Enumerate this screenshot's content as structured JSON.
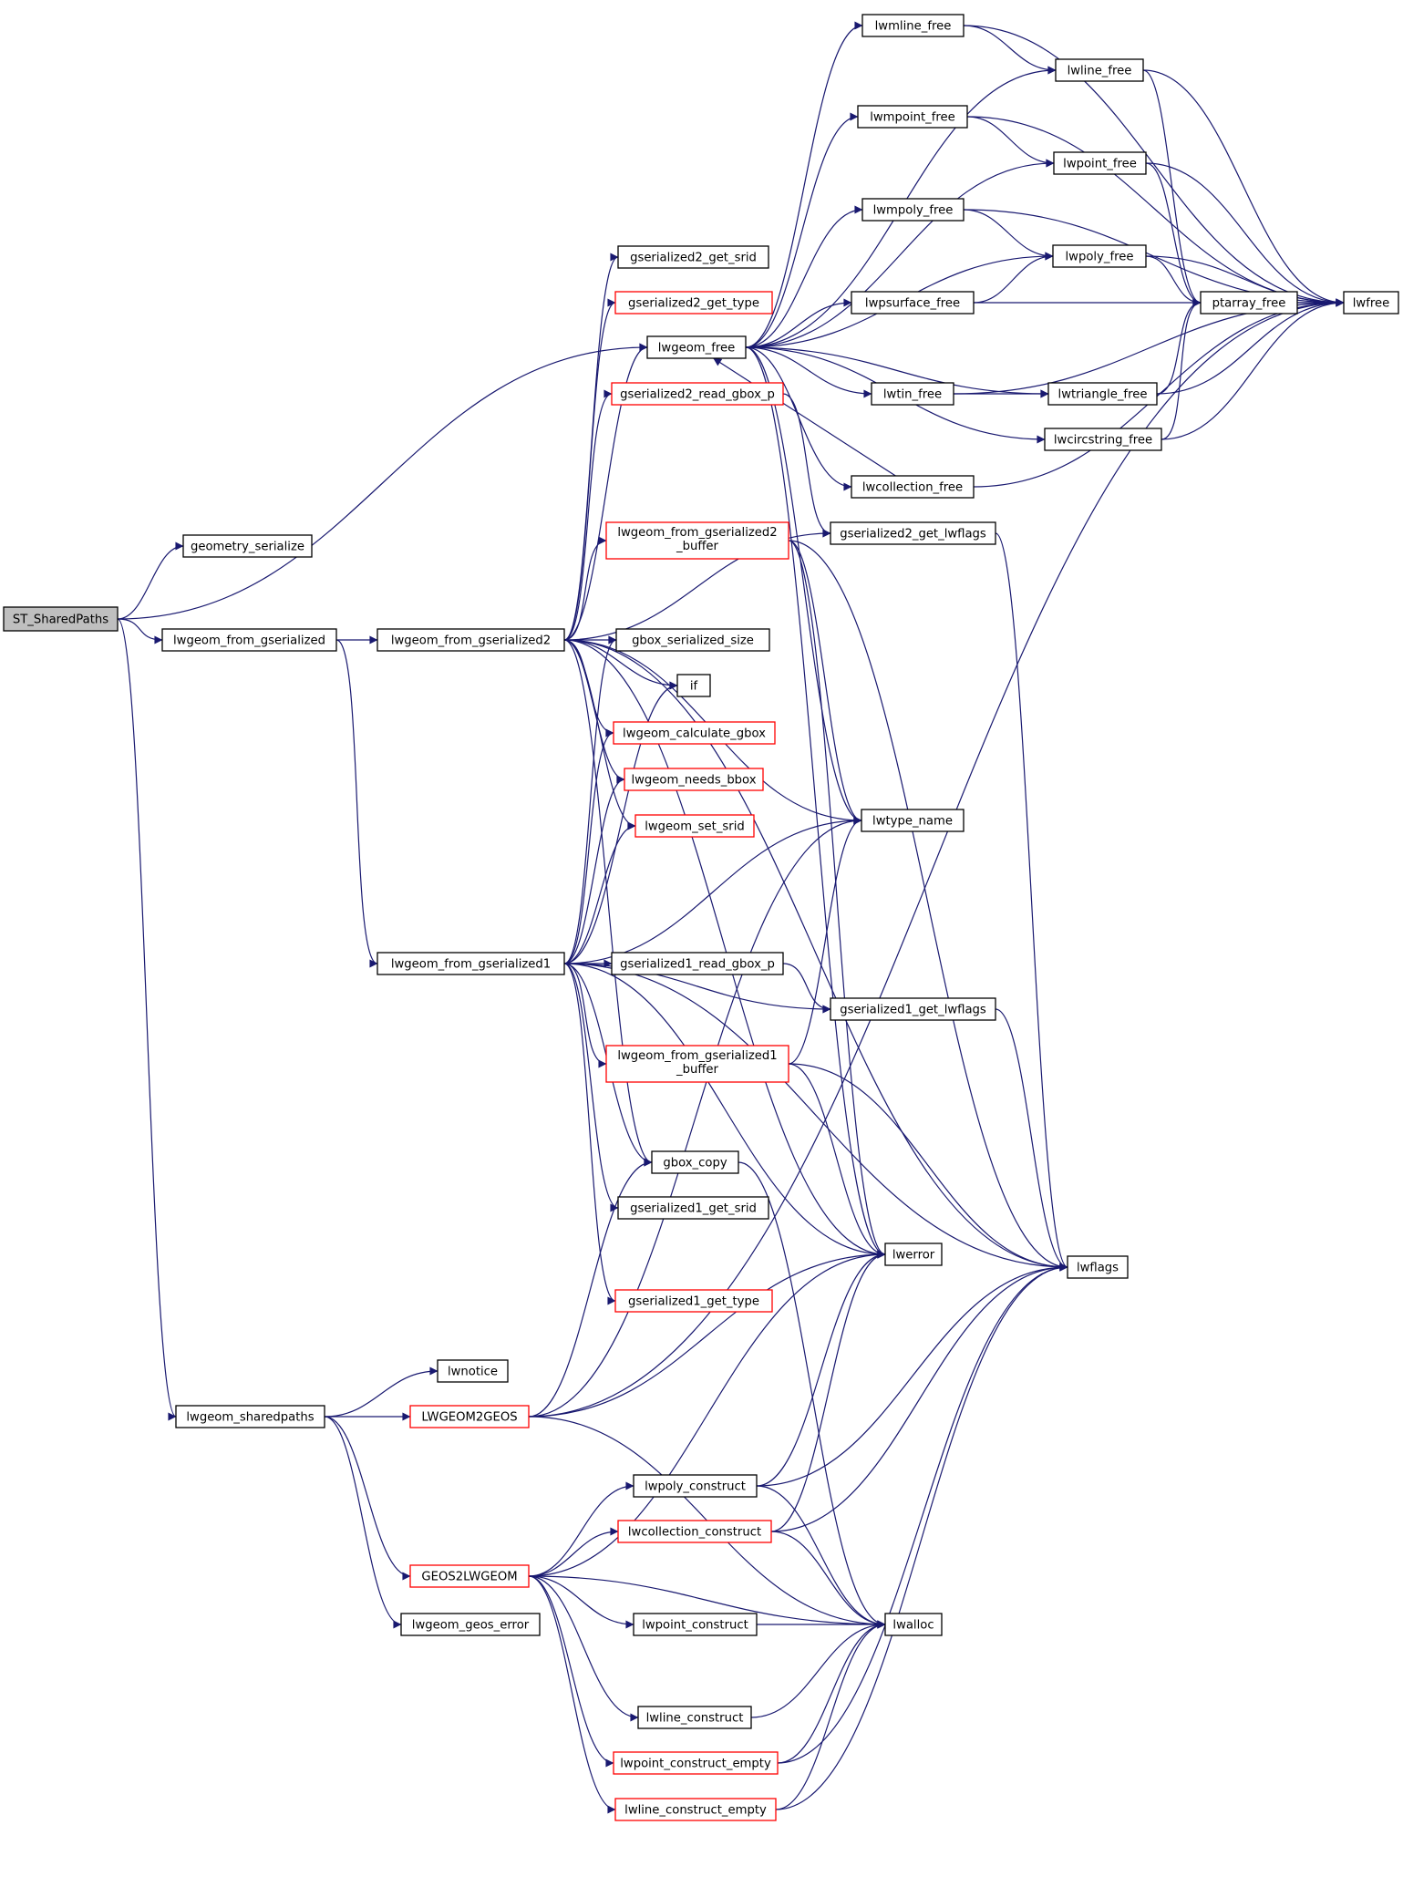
{
  "colors": {
    "edge": "#191970",
    "node_border": "#000000",
    "node_border_incomplete": "#ff0000",
    "node_fill": "#ffffff",
    "root_fill": "#bfbfbf",
    "text": "#000000"
  },
  "nodes": [
    {
      "id": "st_sharedpaths",
      "label": "ST_SharedPaths",
      "root": true
    },
    {
      "id": "geometry_serialize",
      "label": "geometry_serialize"
    },
    {
      "id": "lwgeom_from_gserialized",
      "label": "lwgeom_from_gserialized"
    },
    {
      "id": "lwgeom_sharedpaths",
      "label": "lwgeom_sharedpaths"
    },
    {
      "id": "lwgeom_from_gserialized2",
      "label": "lwgeom_from_gserialized2"
    },
    {
      "id": "lwgeom_from_gserialized1",
      "label": "lwgeom_from_gserialized1"
    },
    {
      "id": "lwnotice",
      "label": "lwnotice"
    },
    {
      "id": "lwgeom2geos",
      "label": "LWGEOM2GEOS",
      "incomplete": true
    },
    {
      "id": "geos2lwgeom",
      "label": "GEOS2LWGEOM",
      "incomplete": true
    },
    {
      "id": "lwgeom_geos_error",
      "label": "lwgeom_geos_error"
    },
    {
      "id": "gserialized2_get_srid",
      "label": "gserialized2_get_srid"
    },
    {
      "id": "gserialized2_get_type",
      "label": "gserialized2_get_type",
      "incomplete": true
    },
    {
      "id": "lwgeom_free",
      "label": "lwgeom_free"
    },
    {
      "id": "gserialized2_read_gbox_p",
      "label": "gserialized2_read_gbox_p",
      "incomplete": true
    },
    {
      "id": "lwgeom_from_gserialized2_buffer",
      "label": "lwgeom_from_gserialized2",
      "label2": "_buffer",
      "incomplete": true
    },
    {
      "id": "gbox_serialized_size",
      "label": "gbox_serialized_size"
    },
    {
      "id": "if",
      "label": "if"
    },
    {
      "id": "lwgeom_calculate_gbox",
      "label": "lwgeom_calculate_gbox",
      "incomplete": true
    },
    {
      "id": "lwgeom_needs_bbox",
      "label": "lwgeom_needs_bbox",
      "incomplete": true
    },
    {
      "id": "lwgeom_set_srid",
      "label": "lwgeom_set_srid",
      "incomplete": true
    },
    {
      "id": "gserialized1_read_gbox_p",
      "label": "gserialized1_read_gbox_p"
    },
    {
      "id": "lwgeom_from_gserialized1_buffer",
      "label": "lwgeom_from_gserialized1",
      "label2": "_buffer",
      "incomplete": true
    },
    {
      "id": "gbox_copy",
      "label": "gbox_copy"
    },
    {
      "id": "gserialized1_get_srid",
      "label": "gserialized1_get_srid"
    },
    {
      "id": "gserialized1_get_type",
      "label": "gserialized1_get_type",
      "incomplete": true
    },
    {
      "id": "lwpoly_construct",
      "label": "lwpoly_construct"
    },
    {
      "id": "lwcollection_construct",
      "label": "lwcollection_construct",
      "incomplete": true
    },
    {
      "id": "lwpoint_construct",
      "label": "lwpoint_construct"
    },
    {
      "id": "lwline_construct",
      "label": "lwline_construct"
    },
    {
      "id": "lwpoint_construct_empty",
      "label": "lwpoint_construct_empty",
      "incomplete": true
    },
    {
      "id": "lwline_construct_empty",
      "label": "lwline_construct_empty",
      "incomplete": true
    },
    {
      "id": "lwmline_free",
      "label": "lwmline_free"
    },
    {
      "id": "lwmpoint_free",
      "label": "lwmpoint_free"
    },
    {
      "id": "lwmpoly_free",
      "label": "lwmpoly_free"
    },
    {
      "id": "lwpsurface_free",
      "label": "lwpsurface_free"
    },
    {
      "id": "lwtin_free",
      "label": "lwtin_free"
    },
    {
      "id": "lwcollection_free",
      "label": "lwcollection_free"
    },
    {
      "id": "gserialized2_get_lwflags",
      "label": "gserialized2_get_lwflags"
    },
    {
      "id": "lwtype_name",
      "label": "lwtype_name"
    },
    {
      "id": "gserialized1_get_lwflags",
      "label": "gserialized1_get_lwflags"
    },
    {
      "id": "lwerror",
      "label": "lwerror"
    },
    {
      "id": "lwalloc",
      "label": "lwalloc"
    },
    {
      "id": "lwline_free",
      "label": "lwline_free"
    },
    {
      "id": "lwpoint_free",
      "label": "lwpoint_free"
    },
    {
      "id": "lwpoly_free",
      "label": "lwpoly_free"
    },
    {
      "id": "lwtriangle_free",
      "label": "lwtriangle_free"
    },
    {
      "id": "lwcircstring_free",
      "label": "lwcircstring_free"
    },
    {
      "id": "ptarray_free",
      "label": "ptarray_free"
    },
    {
      "id": "lwflags",
      "label": "lwflags"
    },
    {
      "id": "lwfree",
      "label": "lwfree"
    }
  ],
  "edges": [
    [
      "st_sharedpaths",
      "geometry_serialize"
    ],
    [
      "st_sharedpaths",
      "lwgeom_free"
    ],
    [
      "st_sharedpaths",
      "lwgeom_from_gserialized"
    ],
    [
      "st_sharedpaths",
      "lwgeom_sharedpaths"
    ],
    [
      "lwgeom_from_gserialized",
      "lwgeom_from_gserialized2"
    ],
    [
      "lwgeom_from_gserialized",
      "lwgeom_from_gserialized1"
    ],
    [
      "lwgeom_from_gserialized2",
      "gserialized2_get_srid"
    ],
    [
      "lwgeom_from_gserialized2",
      "gserialized2_get_type"
    ],
    [
      "lwgeom_from_gserialized2",
      "lwgeom_free"
    ],
    [
      "lwgeom_from_gserialized2",
      "gserialized2_read_gbox_p"
    ],
    [
      "lwgeom_from_gserialized2",
      "gserialized2_get_lwflags"
    ],
    [
      "lwgeom_from_gserialized2",
      "lwgeom_from_gserialized2_buffer"
    ],
    [
      "lwgeom_from_gserialized2",
      "lwflags"
    ],
    [
      "lwgeom_from_gserialized2",
      "gbox_serialized_size"
    ],
    [
      "lwgeom_from_gserialized2",
      "if"
    ],
    [
      "lwgeom_from_gserialized2",
      "lwgeom_calculate_gbox"
    ],
    [
      "lwgeom_from_gserialized2",
      "lwgeom_needs_bbox"
    ],
    [
      "lwgeom_from_gserialized2",
      "lwgeom_set_srid"
    ],
    [
      "lwgeom_from_gserialized2",
      "lwtype_name"
    ],
    [
      "lwgeom_from_gserialized2",
      "gbox_copy"
    ],
    [
      "lwgeom_from_gserialized2",
      "lwerror"
    ],
    [
      "lwgeom_from_gserialized1",
      "gserialized1_read_gbox_p"
    ],
    [
      "lwgeom_from_gserialized1",
      "gserialized1_get_lwflags"
    ],
    [
      "lwgeom_from_gserialized1",
      "lwgeom_from_gserialized1_buffer"
    ],
    [
      "lwgeom_from_gserialized1",
      "gbox_copy"
    ],
    [
      "lwgeom_from_gserialized1",
      "gserialized1_get_srid"
    ],
    [
      "lwgeom_from_gserialized1",
      "gserialized1_get_type"
    ],
    [
      "lwgeom_from_gserialized1",
      "lwerror"
    ],
    [
      "lwgeom_from_gserialized1",
      "lwflags"
    ],
    [
      "lwgeom_from_gserialized1",
      "gbox_serialized_size"
    ],
    [
      "lwgeom_from_gserialized1",
      "if"
    ],
    [
      "lwgeom_from_gserialized1",
      "lwgeom_calculate_gbox"
    ],
    [
      "lwgeom_from_gserialized1",
      "lwgeom_needs_bbox"
    ],
    [
      "lwgeom_from_gserialized1",
      "lwgeom_set_srid"
    ],
    [
      "lwgeom_from_gserialized1",
      "lwtype_name"
    ],
    [
      "lwgeom_sharedpaths",
      "lwnotice"
    ],
    [
      "lwgeom_sharedpaths",
      "lwgeom2geos"
    ],
    [
      "lwgeom_sharedpaths",
      "geos2lwgeom"
    ],
    [
      "lwgeom_sharedpaths",
      "lwgeom_geos_error"
    ],
    [
      "lwgeom2geos",
      "lwerror"
    ],
    [
      "lwgeom2geos",
      "lwalloc"
    ],
    [
      "lwgeom2geos",
      "lwfree"
    ],
    [
      "lwgeom2geos",
      "lwtype_name"
    ],
    [
      "lwgeom2geos",
      "gbox_copy"
    ],
    [
      "geos2lwgeom",
      "lwpoly_construct"
    ],
    [
      "geos2lwgeom",
      "lwcollection_construct"
    ],
    [
      "geos2lwgeom",
      "lwpoint_construct"
    ],
    [
      "geos2lwgeom",
      "lwline_construct"
    ],
    [
      "geos2lwgeom",
      "lwpoint_construct_empty"
    ],
    [
      "geos2lwgeom",
      "lwline_construct_empty"
    ],
    [
      "geos2lwgeom",
      "lwalloc"
    ],
    [
      "geos2lwgeom",
      "lwerror"
    ],
    [
      "lwgeom_free",
      "lwmline_free"
    ],
    [
      "lwgeom_free",
      "lwline_free"
    ],
    [
      "lwgeom_free",
      "lwmpoint_free"
    ],
    [
      "lwgeom_free",
      "lwpoint_free"
    ],
    [
      "lwgeom_free",
      "lwmpoly_free"
    ],
    [
      "lwgeom_free",
      "lwpoly_free"
    ],
    [
      "lwgeom_free",
      "lwpsurface_free"
    ],
    [
      "lwgeom_free",
      "lwtin_free"
    ],
    [
      "lwgeom_free",
      "lwtriangle_free"
    ],
    [
      "lwgeom_free",
      "lwcircstring_free"
    ],
    [
      "lwgeom_free",
      "lwcollection_free"
    ],
    [
      "lwgeom_free",
      "lwtype_name"
    ],
    [
      "lwgeom_free",
      "lwerror"
    ],
    [
      "gserialized2_read_gbox_p",
      "gserialized2_get_lwflags"
    ],
    [
      "lwgeom_from_gserialized2_buffer",
      "lwtype_name"
    ],
    [
      "lwgeom_from_gserialized2_buffer",
      "lwerror"
    ],
    [
      "lwgeom_from_gserialized2_buffer",
      "lwflags"
    ],
    [
      "gserialized1_read_gbox_p",
      "gserialized1_get_lwflags"
    ],
    [
      "lwgeom_from_gserialized1_buffer",
      "lwtype_name"
    ],
    [
      "lwgeom_from_gserialized1_buffer",
      "lwerror"
    ],
    [
      "lwgeom_from_gserialized1_buffer",
      "lwflags"
    ],
    [
      "gbox_copy",
      "lwalloc"
    ],
    [
      "lwpoly_construct",
      "lwerror"
    ],
    [
      "lwpoly_construct",
      "lwflags"
    ],
    [
      "lwpoly_construct",
      "lwalloc"
    ],
    [
      "lwcollection_construct",
      "lwerror"
    ],
    [
      "lwcollection_construct",
      "lwflags"
    ],
    [
      "lwcollection_construct",
      "lwalloc"
    ],
    [
      "lwpoint_construct",
      "lwalloc"
    ],
    [
      "lwline_construct",
      "lwalloc"
    ],
    [
      "lwpoint_construct_empty",
      "lwalloc"
    ],
    [
      "lwpoint_construct_empty",
      "lwflags"
    ],
    [
      "lwline_construct_empty",
      "lwalloc"
    ],
    [
      "lwline_construct_empty",
      "lwflags"
    ],
    [
      "lwmline_free",
      "lwline_free"
    ],
    [
      "lwmline_free",
      "lwfree"
    ],
    [
      "lwline_free",
      "ptarray_free"
    ],
    [
      "lwline_free",
      "lwfree"
    ],
    [
      "lwmpoint_free",
      "lwpoint_free"
    ],
    [
      "lwmpoint_free",
      "lwfree"
    ],
    [
      "lwpoint_free",
      "ptarray_free"
    ],
    [
      "lwpoint_free",
      "lwfree"
    ],
    [
      "lwmpoly_free",
      "lwpoly_free"
    ],
    [
      "lwmpoly_free",
      "lwfree"
    ],
    [
      "lwpoly_free",
      "ptarray_free"
    ],
    [
      "lwpoly_free",
      "lwfree"
    ],
    [
      "lwpsurface_free",
      "lwpoly_free"
    ],
    [
      "lwpsurface_free",
      "lwfree"
    ],
    [
      "lwtin_free",
      "lwtriangle_free"
    ],
    [
      "lwtin_free",
      "lwfree"
    ],
    [
      "lwtriangle_free",
      "ptarray_free"
    ],
    [
      "lwtriangle_free",
      "lwfree"
    ],
    [
      "lwcircstring_free",
      "ptarray_free"
    ],
    [
      "lwcircstring_free",
      "lwfree"
    ],
    [
      "lwcollection_free",
      "lwgeom_free"
    ],
    [
      "lwcollection_free",
      "lwfree"
    ],
    [
      "ptarray_free",
      "lwfree"
    ],
    [
      "gserialized2_get_lwflags",
      "lwflags"
    ],
    [
      "gserialized1_get_lwflags",
      "lwflags"
    ]
  ]
}
